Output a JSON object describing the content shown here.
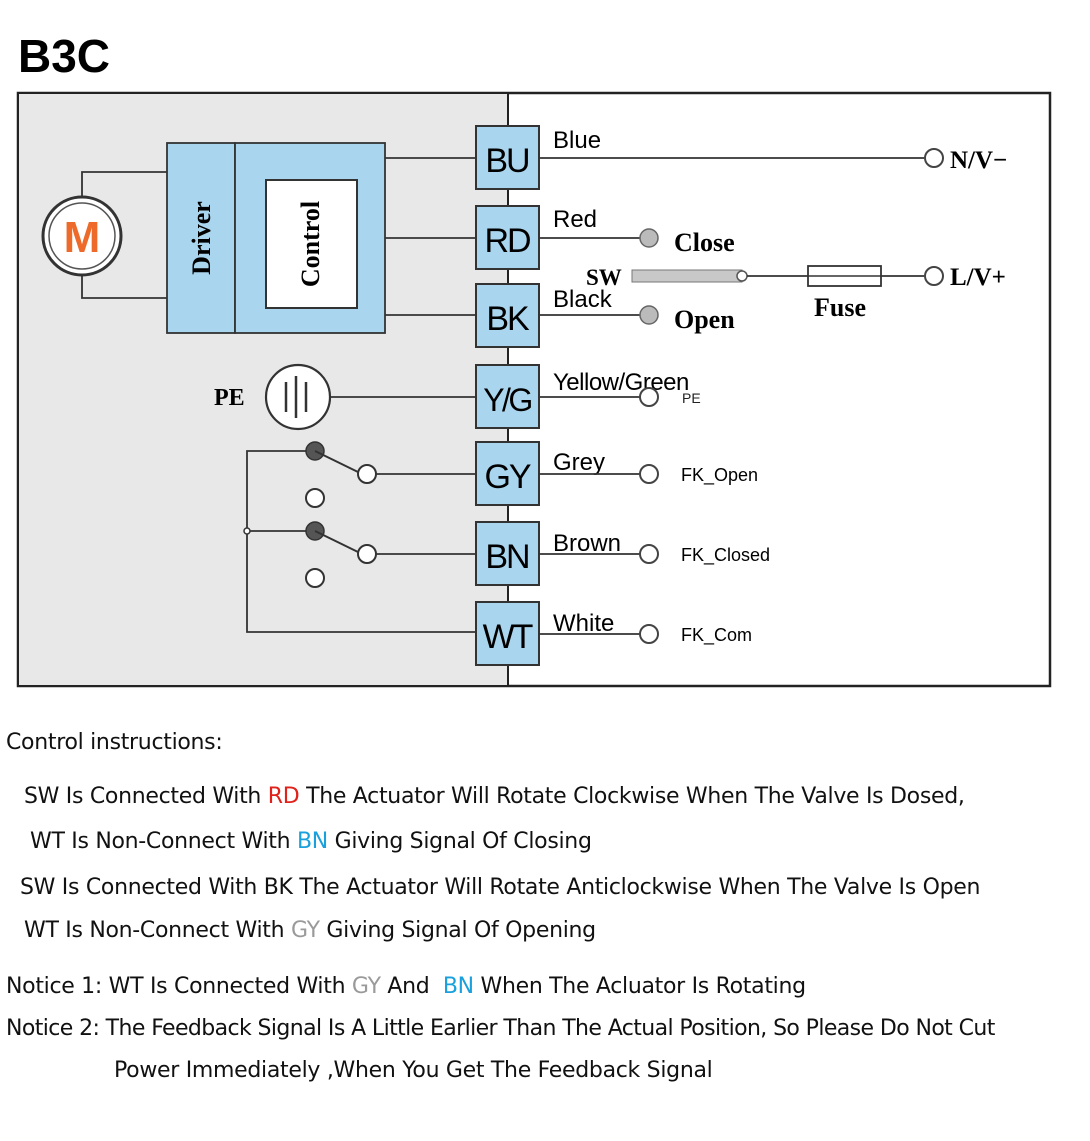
{
  "title": "B3C",
  "colors": {
    "box_fill": "#a9d6ee",
    "motor_letter": "#ee6a2a",
    "red": "#e0221b",
    "blue": "#1aa0dc",
    "grey": "#9a9a9a"
  },
  "motor": {
    "letter": "M"
  },
  "driver_label": "Driver",
  "control_label": "Control",
  "pe_label": "PE",
  "terminals": [
    {
      "code": "BU",
      "wire": "Blue"
    },
    {
      "code": "RD",
      "wire": "Red"
    },
    {
      "code": "BK",
      "wire": "Black"
    },
    {
      "code": "Y/G",
      "wire": "Yellow/Green"
    },
    {
      "code": "GY",
      "wire": "Grey"
    },
    {
      "code": "BN",
      "wire": "Brown"
    },
    {
      "code": "WT",
      "wire": "White"
    }
  ],
  "external": {
    "neutral": "N/V−",
    "line": "L/V+",
    "close": "Close",
    "open": "Open",
    "sw": "SW",
    "fuse": "Fuse",
    "pe_small": "PE",
    "fk_open": "FK_Open",
    "fk_closed": "FK_Closed",
    "fk_com": "FK_Com"
  },
  "instructions": {
    "heading": "Control instructions:",
    "line1": {
      "a": "SW Is Connected With ",
      "b": "RD",
      "c": " The Actuator Will Rotate Clockwise When The Valve Is Dosed,"
    },
    "line2": {
      "a": "WT Is Non-Connect With ",
      "b": "BN",
      "c": " Giving Signal Of Closing"
    },
    "line3": "SW Is Connected With BK The Actuator Will Rotate Anticlockwise When The Valve Is Open",
    "line4": {
      "a": "WT Is Non-Connect With ",
      "b": "GY",
      "c": " Giving Signal Of Opening"
    },
    "notice1": {
      "a": "Notice 1: WT Is Connected With ",
      "b": "GY",
      "c": " And  ",
      "d": "BN",
      "e": " When The Acluator Is Rotating"
    },
    "notice2a": "Notice 2: The Feedback Signal Is A Little Earlier Than The Actual Position, So Please Do Not Cut",
    "notice2b": "Power Immediately ,When You Get The Feedback Signal"
  }
}
